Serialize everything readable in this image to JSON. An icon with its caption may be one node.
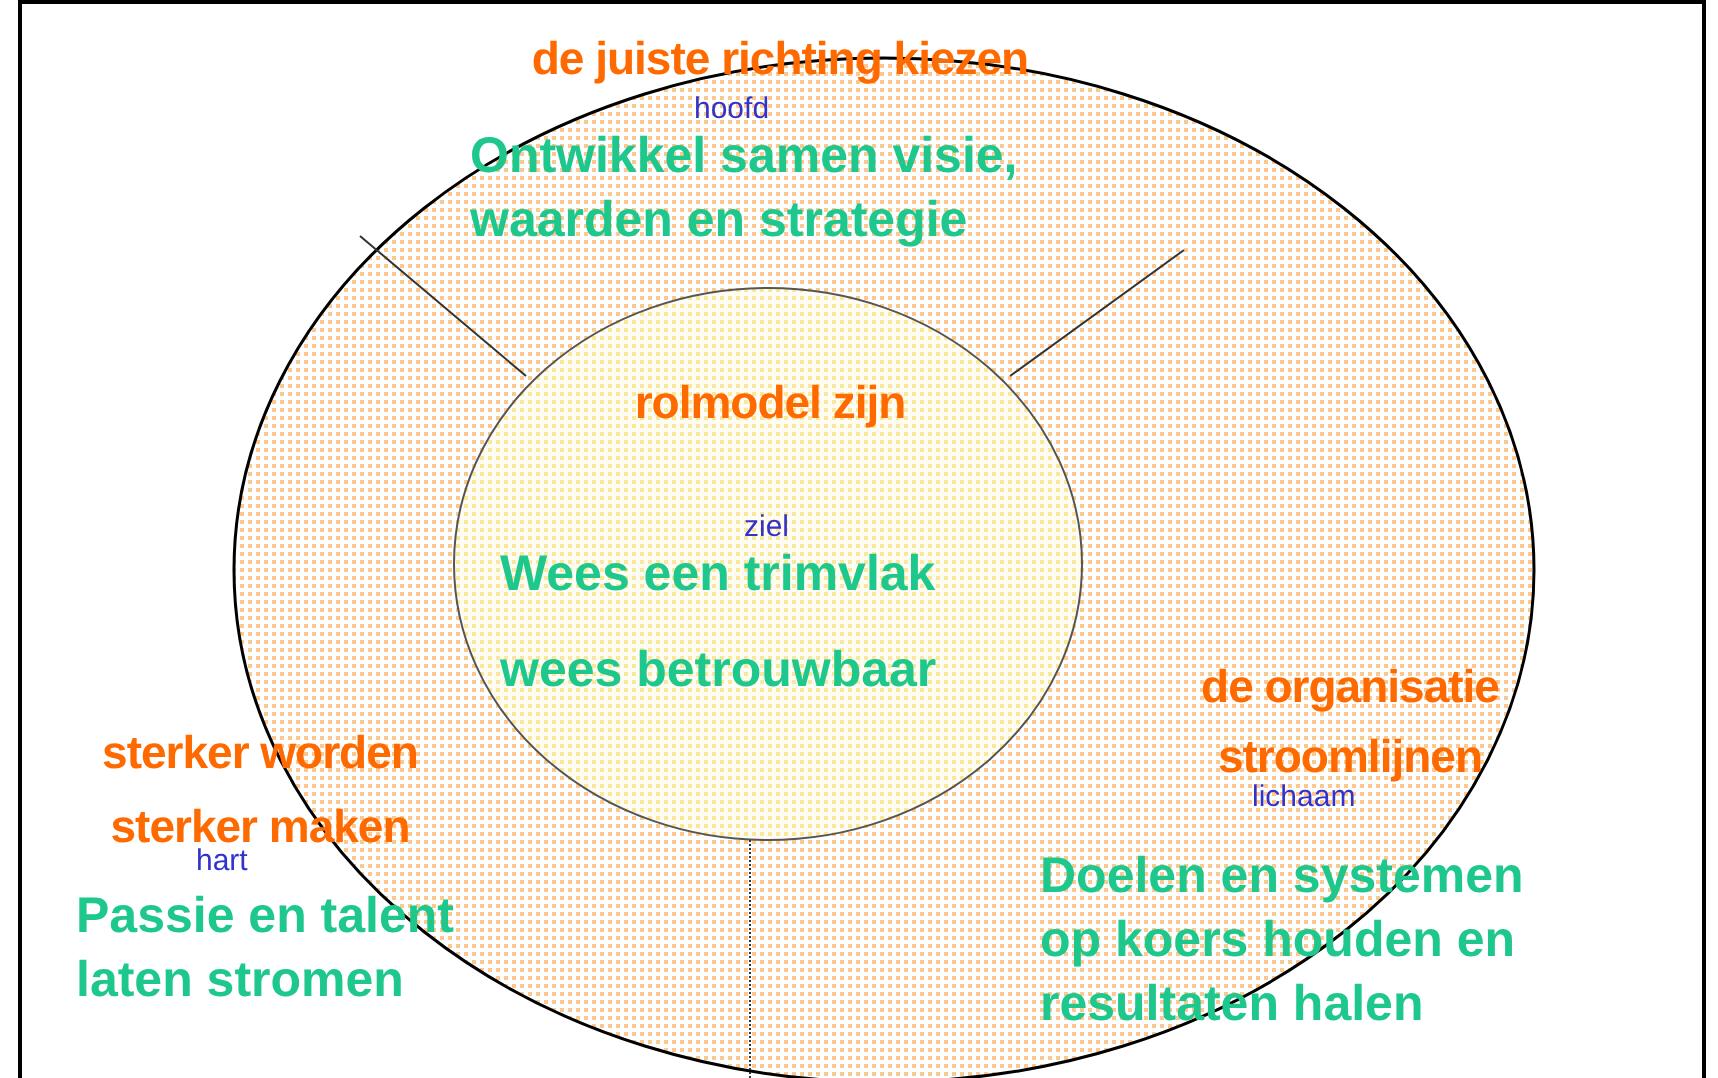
{
  "diagram": {
    "nodes": [
      {
        "text": [
          "de juiste richting kiezen",
          "hoofd",
          "Ontwikkel samen visie, waarden en strategie"
        ]
      },
      {
        "text": [
          "rolmodel zijn",
          "ziel",
          "Wees een trimvlak wees betrouwbaar"
        ]
      },
      {
        "text": [
          "de organisatie stroomlijnen",
          "lichaam",
          "Doelen en systemen op koers houden en resultaten halen"
        ]
      },
      {
        "text": [
          "sterker worden sterker maken",
          "hart",
          "Passie en talent laten stromen"
        ]
      }
    ]
  }
}
